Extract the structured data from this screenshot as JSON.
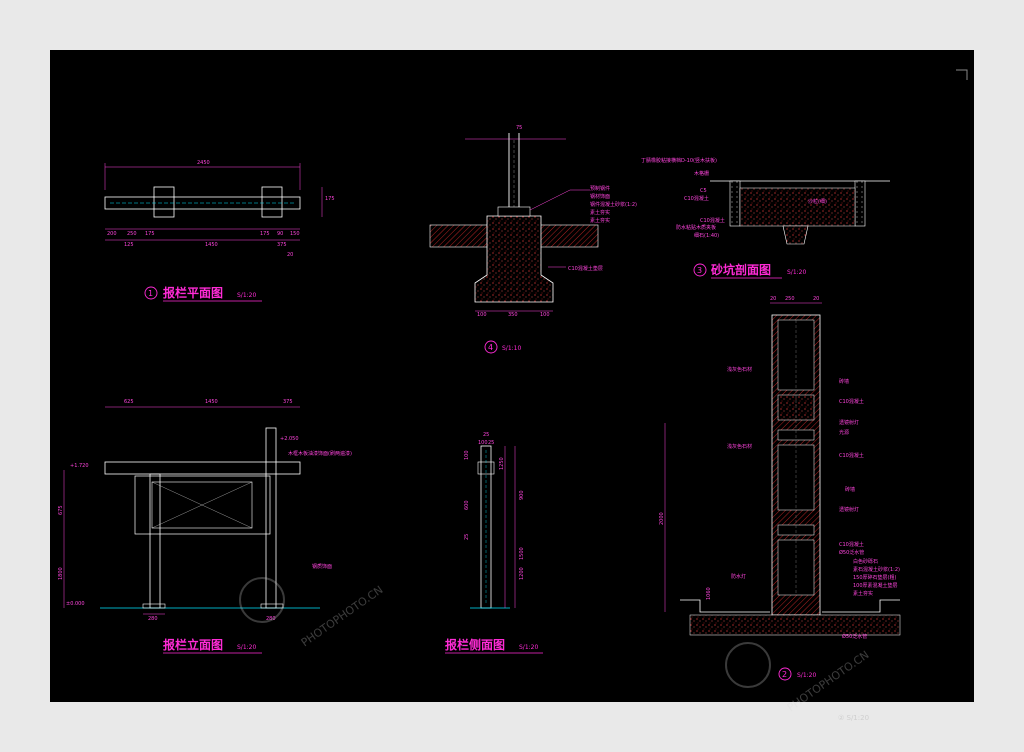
{
  "views": {
    "plan": {
      "number": "1",
      "title": "报栏平面图",
      "scale": "S/1:20",
      "dims_top": "2450",
      "dims_bottom_a": [
        "200",
        "250",
        "175",
        "175",
        "90",
        "150"
      ],
      "dims_bottom_b": [
        "125",
        "1450",
        "375"
      ],
      "dims_bottom_c": "20",
      "dim_side": "175"
    },
    "footing": {
      "number": "4",
      "scale": "S/1:10",
      "dim_top": "75",
      "dims_bottom": [
        "100",
        "350",
        "100"
      ],
      "notes": [
        "预制钢件",
        "钢材饰面",
        "钢件混凝土砂浆(1:2)",
        "素土夯实",
        "素土夯实"
      ],
      "note_base": "C10混凝土垫层"
    },
    "sandpit": {
      "number": "3",
      "title": "砂坑剖面图",
      "scale": "S/1:20",
      "note_top": "丁腈橡胶粘接横档D-10(竖木扶板)",
      "notes_left": [
        "木格栅",
        "C5",
        "C10混凝土",
        "C10混凝土",
        "防水粘贴木质夹板",
        "细石(1:40)"
      ],
      "note_sand": "沙粒(细)"
    },
    "elevation": {
      "title": "报栏立面图",
      "scale": "S/1:20",
      "dims_top": [
        "625",
        "1450",
        "375"
      ],
      "level_top": "+2.050",
      "level_left": "+1.720",
      "level_zero": "±0.000",
      "dims_left": [
        "675",
        "1800"
      ],
      "dim_bottom_a": "280",
      "dim_bottom_b": "280",
      "notes": [
        "木框木板油漆饰面(刷两遍漆)",
        "钢质饰面"
      ]
    },
    "side": {
      "title": "报栏侧面图",
      "scale": "S/1:20",
      "dims_top": [
        "25",
        "100",
        "25"
      ],
      "dims_left": [
        "100",
        "600",
        "25"
      ],
      "dims_right": [
        "1250",
        "900",
        "1500",
        "1200"
      ]
    },
    "section": {
      "number": "2",
      "scale": "S/1:20",
      "dims_top": [
        "20",
        "250",
        "20"
      ],
      "dim_height": "2000",
      "dim_small": "1060",
      "notes_left": [
        "浅灰色石材",
        "浅灰色石材"
      ],
      "notes_right": [
        "砖墙",
        "C10混凝土",
        "透镜射灯",
        "光源",
        "C10混凝土",
        "砖墙",
        "透镜射灯",
        "C10混凝土",
        "Ø50泛水管",
        "白色砂砾石",
        "素石混凝土砂浆(1:2)",
        "150厚碎石垫层(粗)",
        "100厚素混凝土垫层",
        "素土夯实"
      ],
      "note_waterproof": "防水灯",
      "note_drain": "Ø50泛水管"
    }
  },
  "outside": {
    "section_label": "② S/1:20"
  },
  "watermark": {
    "text": "PHOTOPHOTO.CN"
  },
  "colors": {
    "background": "#e9e9e9",
    "canvas": "#000000",
    "line": "#ffffff",
    "annotation": "#ff2bd6",
    "ground": "#ff3030",
    "accent": "#00e5ff"
  }
}
